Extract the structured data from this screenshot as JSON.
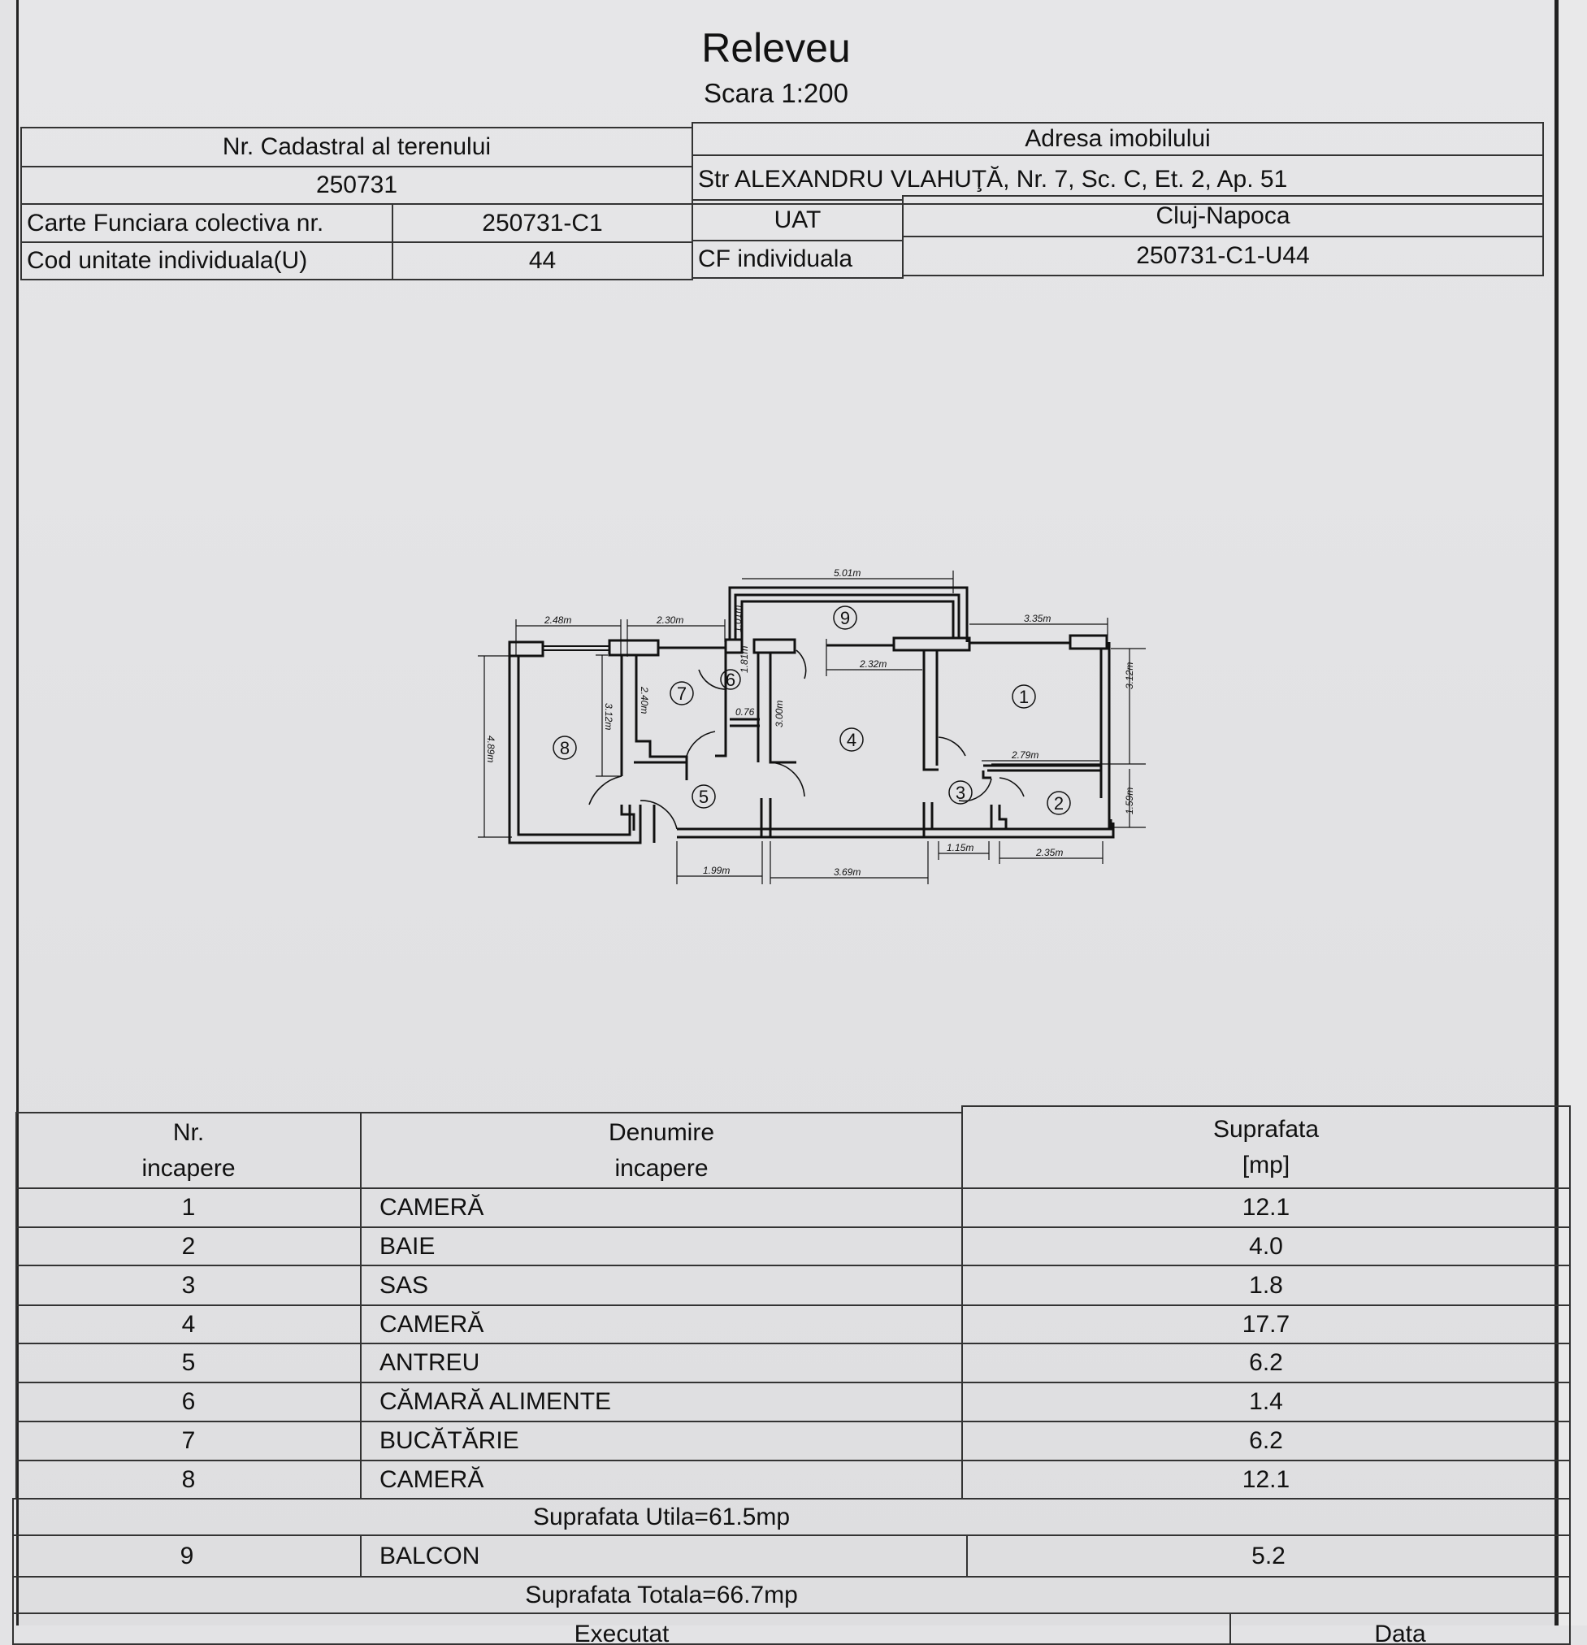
{
  "header": {
    "title": "Releveu",
    "scale": "Scara 1:200"
  },
  "info_table": {
    "cadastral_label": "Nr. Cadastral al terenului",
    "cadastral_value": "250731",
    "address_label": "Adresa imobilului",
    "address_value": "Str ALEXANDRU VLAHUŢĂ, Nr. 7, Sc. C, Et. 2, Ap. 51",
    "cf_collective_label": "Carte Funciara colectiva nr.",
    "cf_collective_value": "250731-C1",
    "uat_label": "UAT",
    "uat_value": "Cluj-Napoca",
    "unit_code_label": "Cod unitate individuala(U)",
    "unit_code_value": "44",
    "cf_individual_label": "CF individuala",
    "cf_individual_value": "250731-C1-U44"
  },
  "floor_plan": {
    "rooms": [
      "1",
      "2",
      "3",
      "4",
      "5",
      "6",
      "7",
      "8",
      "9"
    ],
    "dimensions": {
      "d248": "2.48m",
      "d230": "2.30m",
      "d501": "5.01m",
      "d335": "3.35m",
      "d232": "2.32m",
      "d489": "4.89m",
      "d312a": "3.12m",
      "d240": "2.40m",
      "d181": "1.81m",
      "d076": "0.76",
      "d300": "3.00m",
      "d101": "1.01m",
      "d312b": "3.12m",
      "d279": "2.79m",
      "d159": "1.59m",
      "d115": "1.15m",
      "d235": "2.35m",
      "d199": "1.99m",
      "d369": "3.69m"
    }
  },
  "rooms_table": {
    "headers": {
      "nr": "Nr.",
      "nr2": "incapere",
      "name": "Denumire",
      "name2": "incapere",
      "area": "Suprafata",
      "area2": "[mp]"
    },
    "rows": [
      {
        "nr": "1",
        "name": "CAMERĂ",
        "area": "12.1"
      },
      {
        "nr": "2",
        "name": "BAIE",
        "area": "4.0"
      },
      {
        "nr": "3",
        "name": "SAS",
        "area": "1.8"
      },
      {
        "nr": "4",
        "name": "CAMERĂ",
        "area": "17.7"
      },
      {
        "nr": "5",
        "name": "ANTREU",
        "area": "6.2"
      },
      {
        "nr": "6",
        "name": "CĂMARĂ ALIMENTE",
        "area": "1.4"
      },
      {
        "nr": "7",
        "name": "BUCĂTĂRIE",
        "area": "6.2"
      },
      {
        "nr": "8",
        "name": "CAMERĂ",
        "area": "12.1"
      }
    ],
    "useful_area": "Suprafata Utila=61.5mp",
    "balcony": {
      "nr": "9",
      "name": "BALCON",
      "area": "5.2"
    },
    "total_area": "Suprafata Totala=66.7mp",
    "footer": {
      "executed": "Executat",
      "date": "Data"
    }
  }
}
